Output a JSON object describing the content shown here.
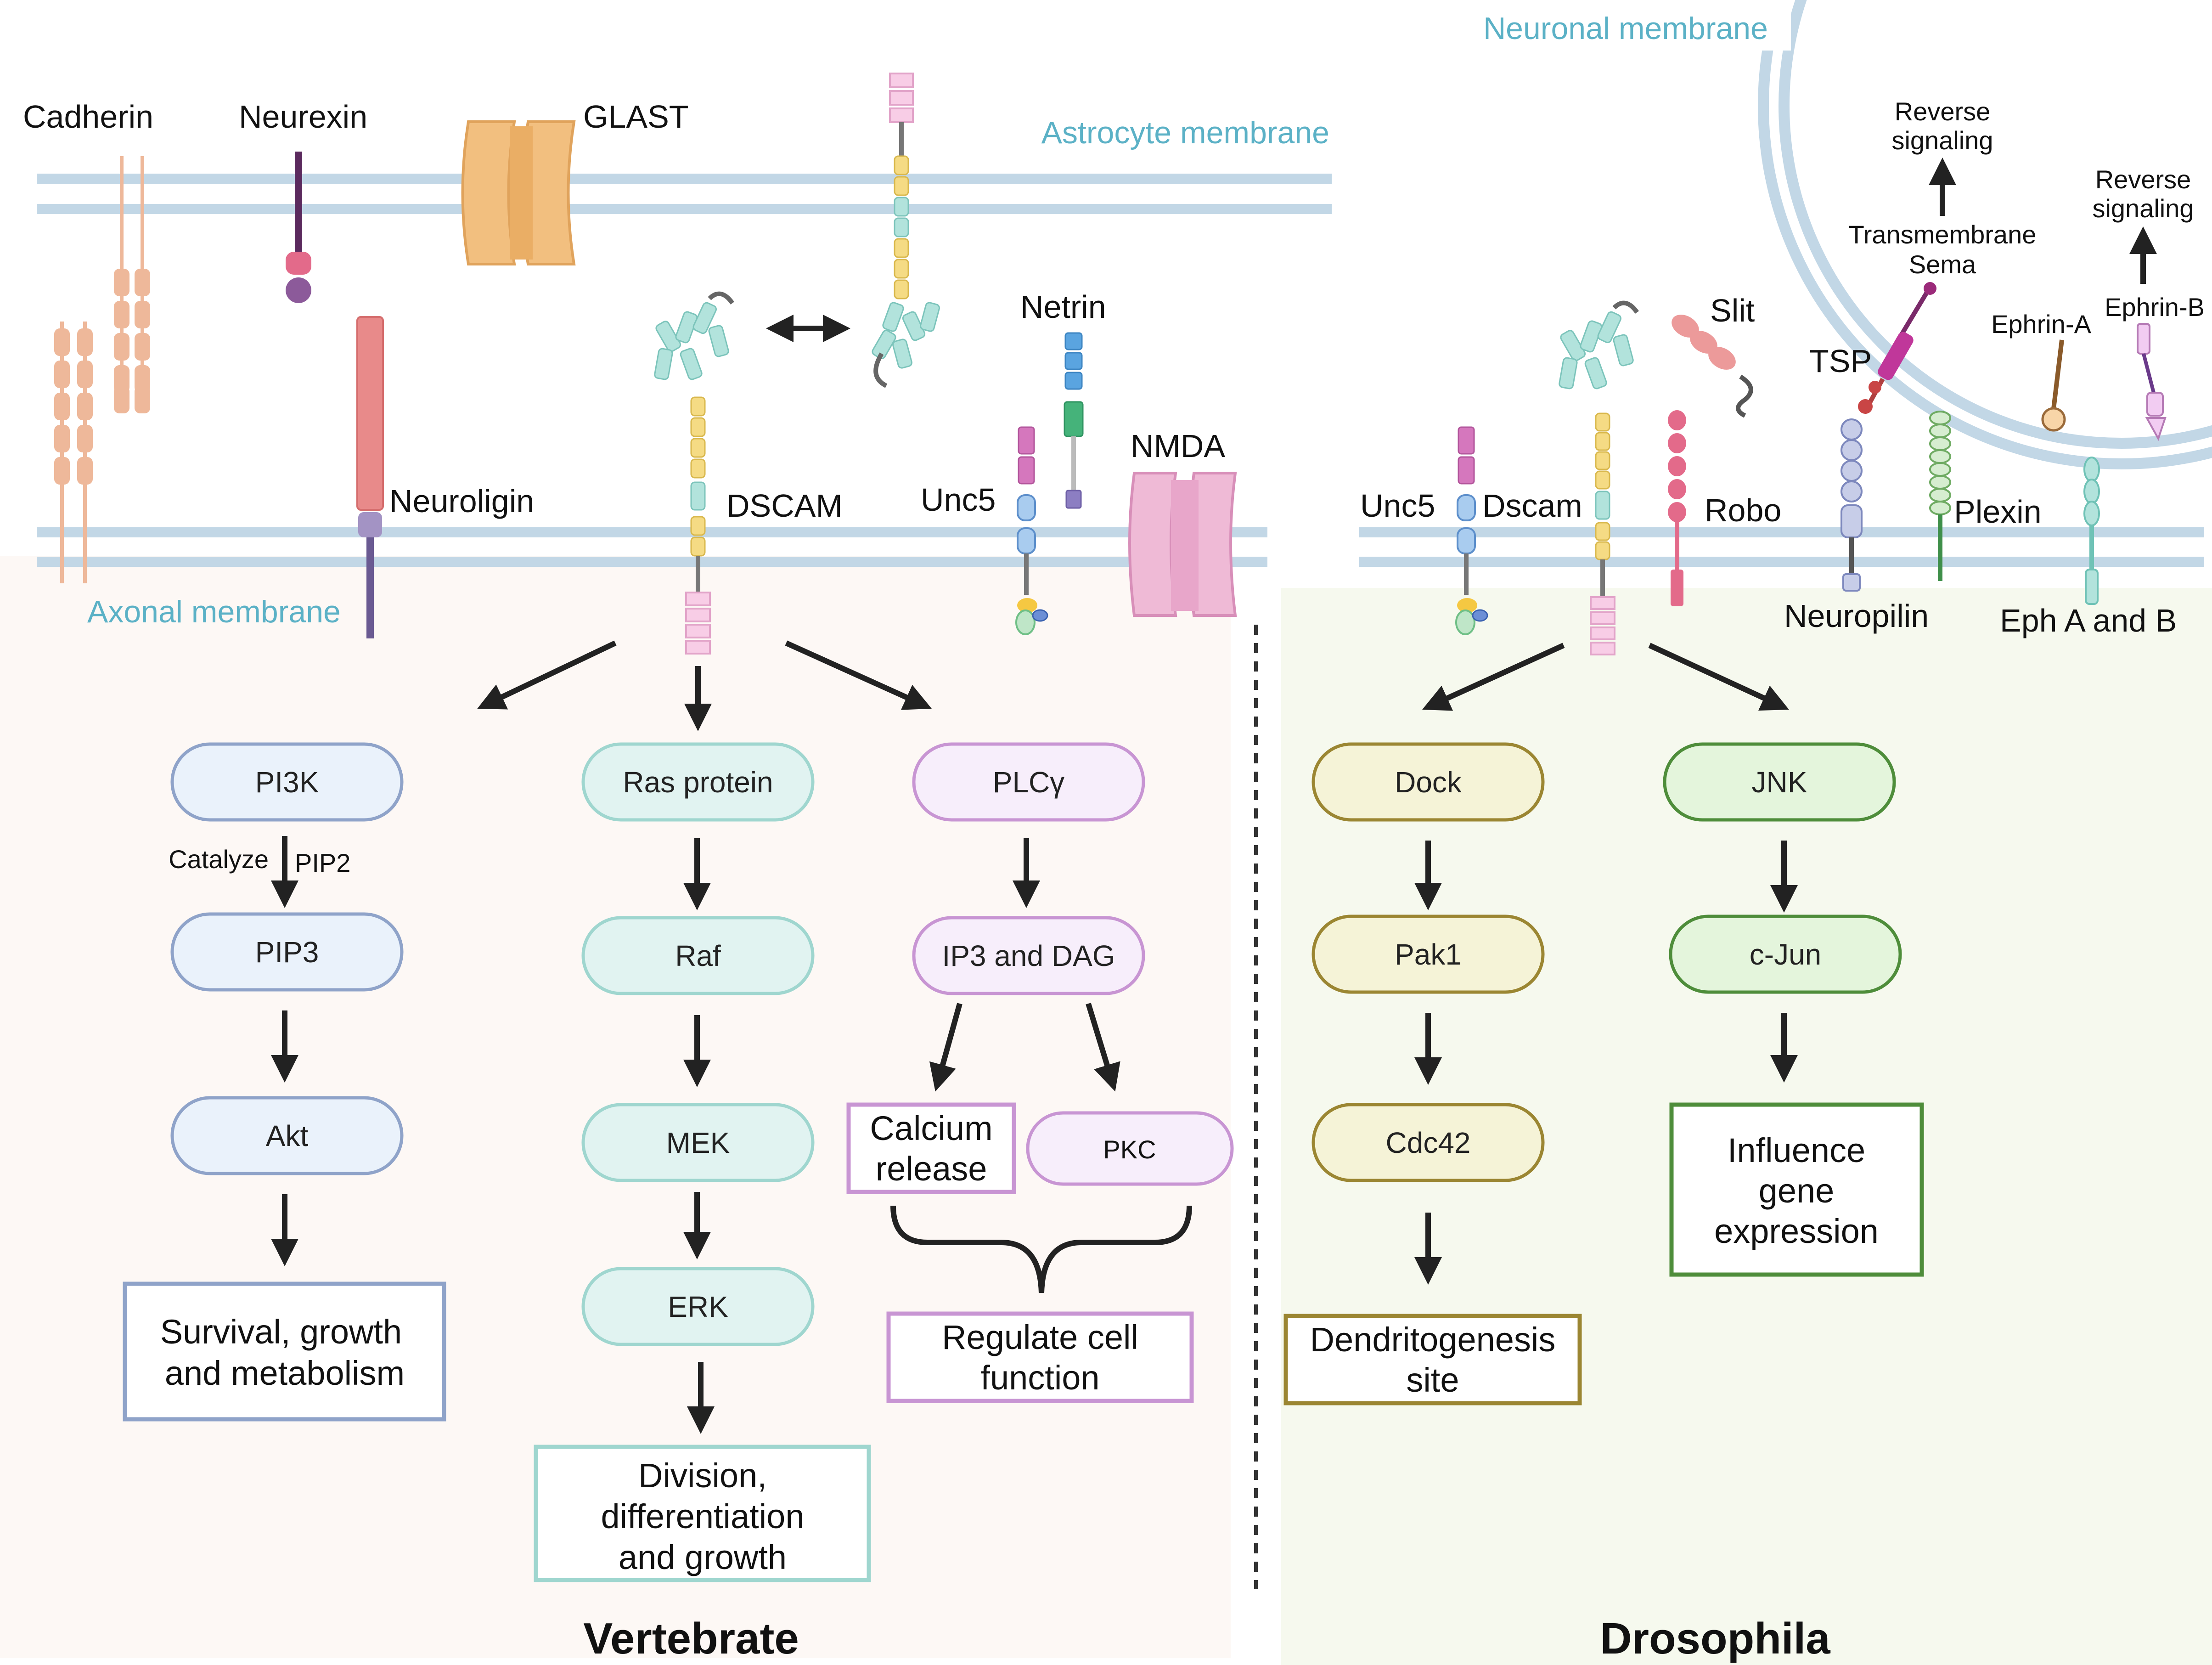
{
  "colors": {
    "membrane": "#c2d7e6",
    "membrane_label": "#5bb1c6",
    "vert_bg": "#fdf8f5",
    "dros_bg": "#f6f9ee",
    "blue_fill": "#eaf2fb",
    "blue_stroke": "#8fa3c9",
    "teal_fill": "#e1f3f1",
    "teal_stroke": "#9fd6cf",
    "purple_fill": "#f7eefb",
    "purple_stroke": "#c895d3",
    "olive_fill": "#f5f3d7",
    "olive_stroke": "#9b8632",
    "green_fill": "#e4f5dc",
    "green_stroke": "#4e8d3a"
  },
  "membranes": {
    "astrocyte": "Astrocyte membrane",
    "axonal": "Axonal membrane",
    "neuronal": "Neuronal membrane"
  },
  "proteins": {
    "cadherin": "Cadherin",
    "neurexin": "Neurexin",
    "glast": "GLAST",
    "neuroligin": "Neuroligin",
    "dscam": "DSCAM",
    "netrin": "Netrin",
    "unc5": "Unc5",
    "nmda": "NMDA",
    "unc5_dros": "Unc5",
    "dscam_dros": "Dscam",
    "slit": "Slit",
    "robo": "Robo",
    "tsp": "TSP",
    "neuropilin": "Neuropilin",
    "plexin": "Plexin",
    "eph": "Eph A and B",
    "ephrin_a": "Ephrin-A",
    "ephrin_b": "Ephrin-B",
    "sema": [
      "Transmembrane",
      "Sema"
    ],
    "reverse_1": [
      "Reverse",
      "signaling"
    ],
    "reverse_2": [
      "Reverse",
      "signaling"
    ]
  },
  "vertebrate": {
    "title": "Vertebrate",
    "pi3k": "PI3K",
    "catalyze": "Catalyze",
    "pip2": "PIP2",
    "pip3": "PIP3",
    "akt": "Akt",
    "survival": [
      "Survival, growth",
      "and metabolism"
    ],
    "ras": "Ras protein",
    "raf": "Raf",
    "mek": "MEK",
    "erk": "ERK",
    "division": [
      "Division,",
      "differentiation",
      "and growth"
    ],
    "plcg": "PLCγ",
    "ip3": "IP3 and DAG",
    "calcium": [
      "Calcium",
      "release"
    ],
    "pkc": "PKC",
    "regulate": [
      "Regulate cell",
      "function"
    ]
  },
  "drosophila": {
    "title": "Drosophila",
    "dock": "Dock",
    "pak1": "Pak1",
    "cdc42": "Cdc42",
    "dendrito": [
      "Dendritogenesis",
      "site"
    ],
    "jnk": "JNK",
    "cjun": "c-Jun",
    "influence": [
      "Influence",
      "gene",
      "expression"
    ]
  }
}
